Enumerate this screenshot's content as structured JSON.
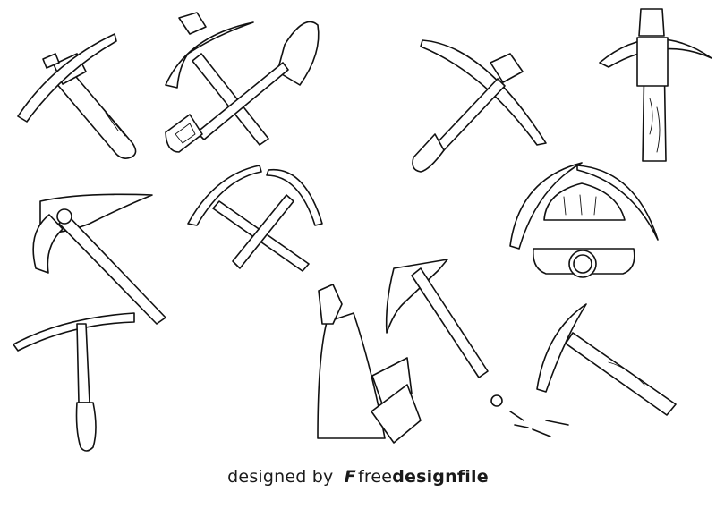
{
  "image": {
    "subject": "pickaxe line-art collection",
    "background_color": "#ffffff",
    "line_color": "#111111",
    "items": [
      {
        "id": "pickaxe-1",
        "description": "simple pickaxe with wooden handle"
      },
      {
        "id": "pickaxe-shovel-crossed",
        "description": "pickaxe crossed with a shovel"
      },
      {
        "id": "pickaxe-3",
        "description": "pickaxe with grip handle"
      },
      {
        "id": "pickaxe-4",
        "description": "vertical pickaxe with rope-bound head"
      },
      {
        "id": "pickaxe-5",
        "description": "ornate fantasy pickaxe"
      },
      {
        "id": "crossed-pickaxes",
        "description": "two crossed pickaxes"
      },
      {
        "id": "helmet-pickaxes",
        "description": "miner helmet with crossed pickaxes"
      },
      {
        "id": "pickaxe-6",
        "description": "T-shaped pickaxe with grip"
      },
      {
        "id": "crystals-pickaxe",
        "description": "pickaxe striking crystals"
      },
      {
        "id": "pickaxe-7",
        "description": "pickaxe with flying debris"
      }
    ]
  },
  "credit": {
    "prefix": "designed by",
    "logo": "F",
    "brand_light": "free",
    "brand_bold": "designfile"
  }
}
